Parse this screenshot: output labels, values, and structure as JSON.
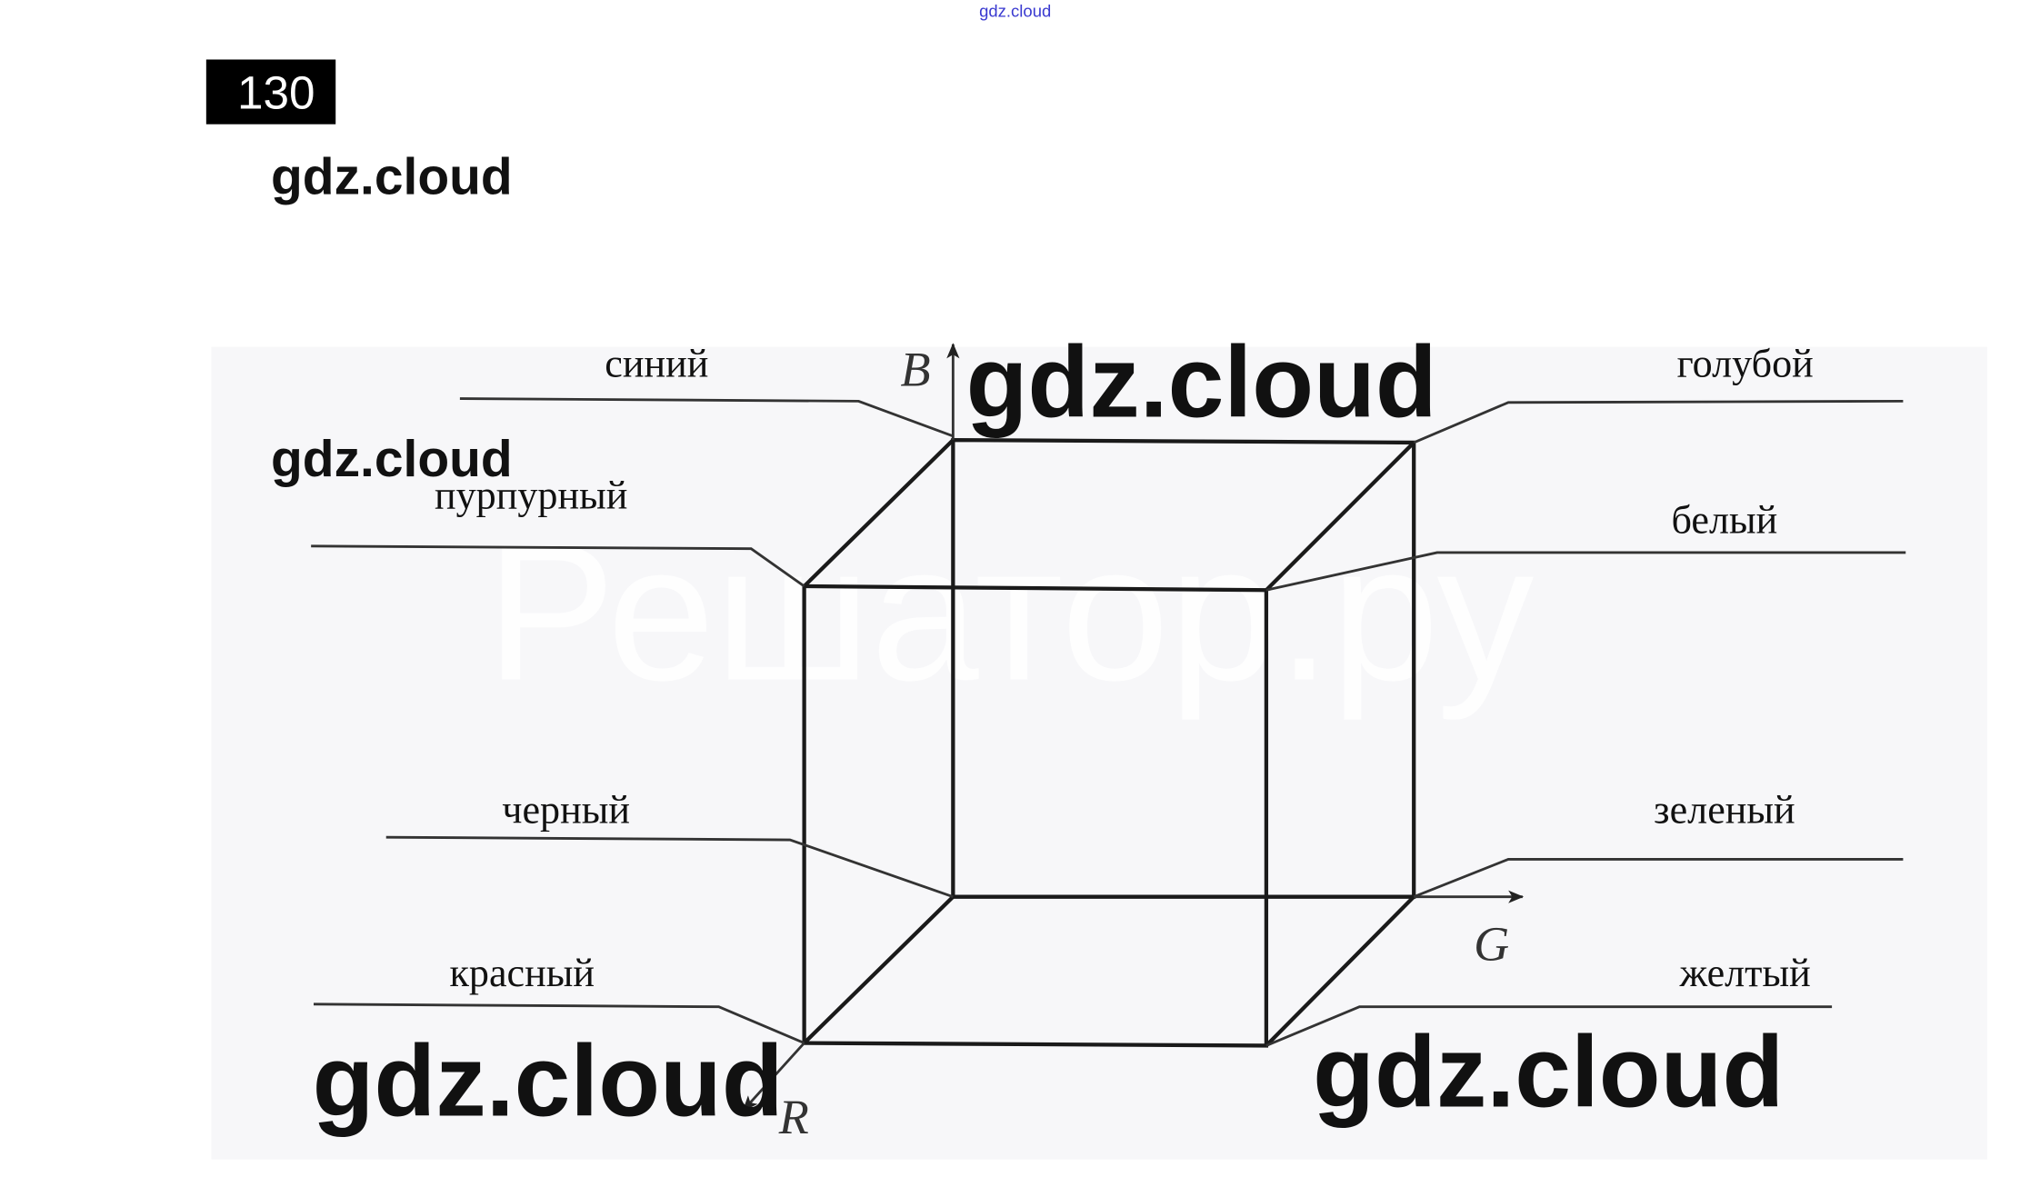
{
  "problem_number": "130",
  "watermarks": {
    "top_small": "gdz.cloud",
    "main": "gdz.cloud",
    "background_text": "Решатор.ру"
  },
  "axes": {
    "b": "B",
    "g": "G",
    "r": "R"
  },
  "vertex_labels": {
    "blue": "синий",
    "magenta": "пурпурный",
    "black": "черный",
    "red": "красный",
    "cyan": "голубой",
    "white": "белый",
    "green": "зеленый",
    "yellow": "желтый"
  },
  "colors": {
    "watermark_top": "#3a3ad0",
    "figure_bg": "#f7f7f9"
  }
}
